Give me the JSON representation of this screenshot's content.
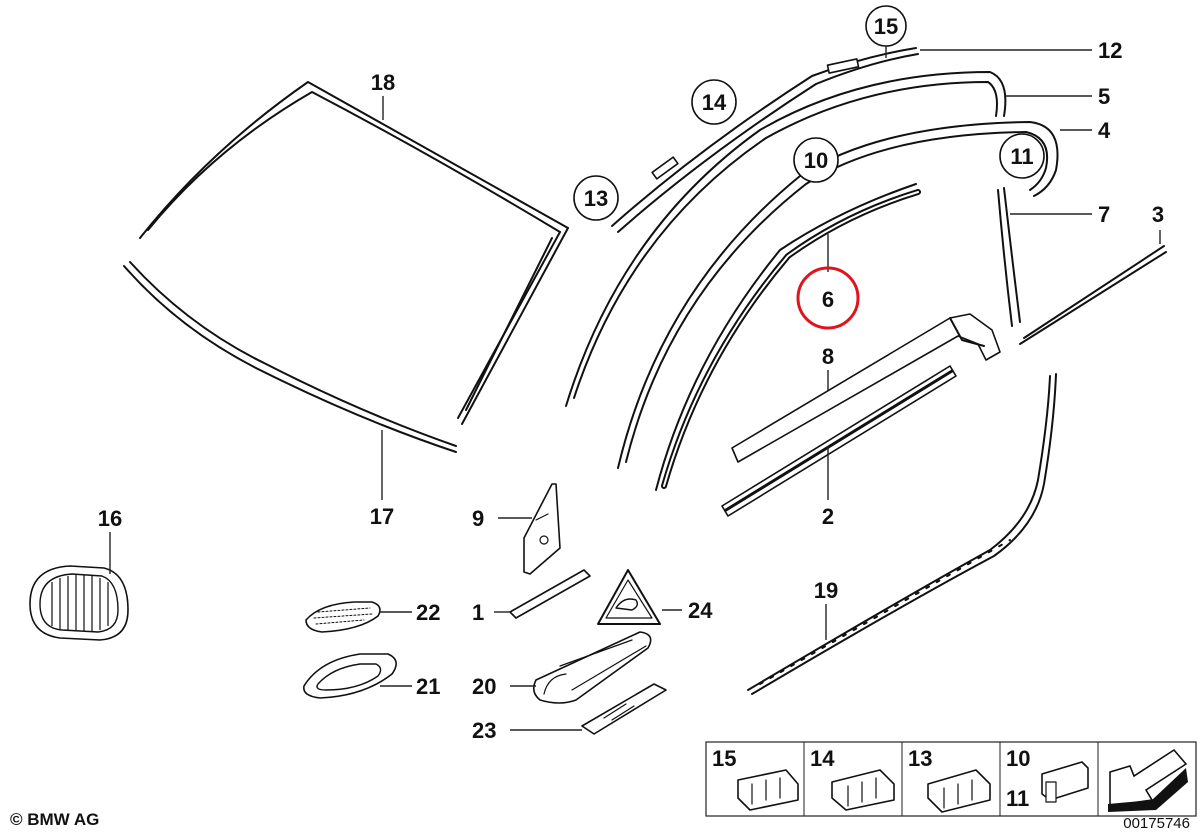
{
  "copyright": "© BMW AG",
  "document_number": "00175746",
  "highlight_color": "#e0141e",
  "highlighted_part": "6",
  "part_labels": {
    "p1": "1",
    "p2": "2",
    "p3": "3",
    "p4": "4",
    "p5": "5",
    "p6": "6",
    "p7": "7",
    "p8": "8",
    "p9": "9",
    "p10": "10",
    "p11": "11",
    "p12": "12",
    "p13": "13",
    "p14": "14",
    "p15": "15",
    "p16": "16",
    "p17": "17",
    "p18": "18",
    "p19": "19",
    "p20": "20",
    "p21": "21",
    "p22": "22",
    "p23": "23",
    "p24": "24"
  },
  "clip_legend": {
    "c15": "15",
    "c14": "14",
    "c13": "13",
    "c10": "10",
    "c11": "11"
  }
}
